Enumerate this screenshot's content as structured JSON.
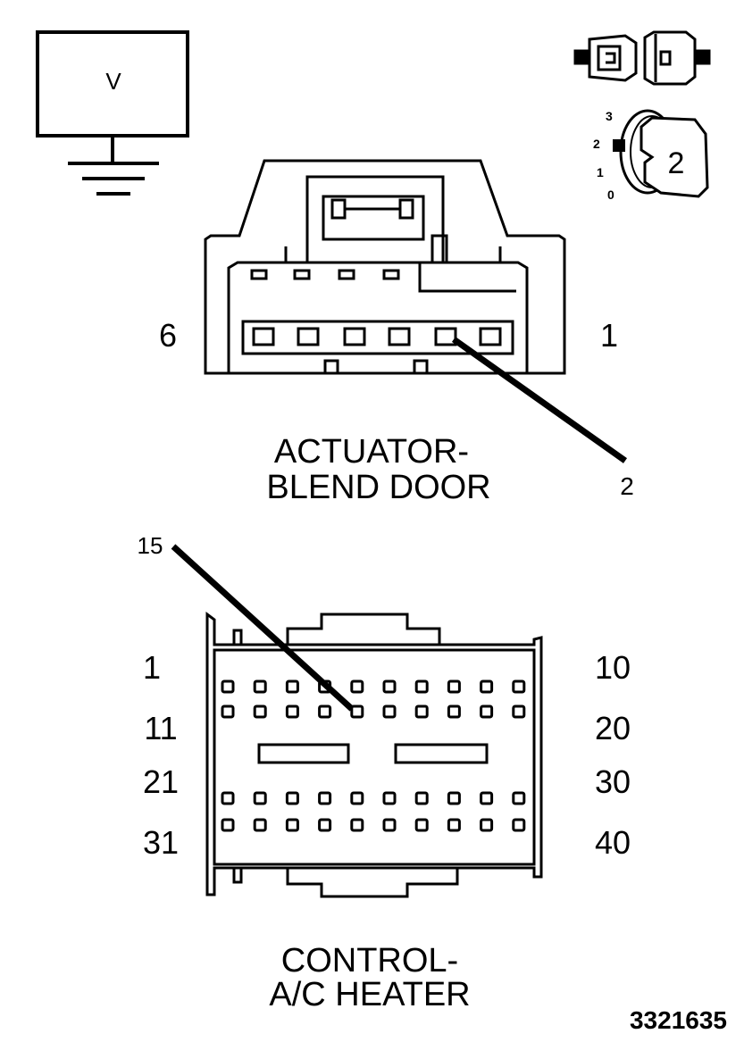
{
  "meter": {
    "symbol": "V"
  },
  "key_icon": {
    "positions": [
      "3",
      "2",
      "1",
      "0"
    ],
    "current": "2"
  },
  "actuator_connector": {
    "left_pin": "6",
    "right_pin": "1",
    "callout_pin": "2",
    "title_line1": "ACTUATOR-",
    "title_line2": "BLEND DOOR"
  },
  "control_connector": {
    "callout_pin": "15",
    "left_labels": [
      "1",
      "11",
      "21",
      "31"
    ],
    "right_labels": [
      "10",
      "20",
      "30",
      "40"
    ],
    "title_line1": "CONTROL-",
    "title_line2": "A/C HEATER"
  },
  "figure_id": "3321635"
}
